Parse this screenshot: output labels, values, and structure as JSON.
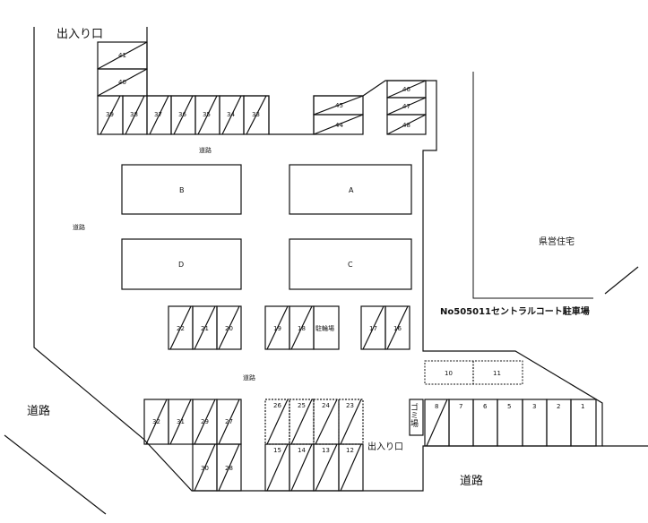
{
  "labels": {
    "entrance_top": "出入り口",
    "entrance_bottom": "出入り口",
    "road_top": "道路",
    "road_left": "道路",
    "road_mid": "道路",
    "road_bl": "道路",
    "road_br": "道路",
    "prefectural": "県営住宅",
    "parking_name": "No505011セントラルコート駐車場",
    "bicycle": "駐輪場",
    "garbage": "ゴミ場"
  },
  "buildings": {
    "A": "A",
    "B": "B",
    "C": "C",
    "D": "D"
  },
  "slots": {
    "s41": "41",
    "s40": "40",
    "s39": "39",
    "s38": "38",
    "s37": "37",
    "s36": "36",
    "s35": "35",
    "s34": "34",
    "s33": "33",
    "s45": "45",
    "s44": "44",
    "s46": "46",
    "s47": "47",
    "s48": "48",
    "s22": "22",
    "s21": "21",
    "s20": "20",
    "s19": "19",
    "s18": "18",
    "s17": "17",
    "s16": "16",
    "s10": "10",
    "s11": "11",
    "s32": "32",
    "s31": "31",
    "s29": "29",
    "s27": "27",
    "s30": "30",
    "s28": "28",
    "s26": "26",
    "s25": "25",
    "s24": "24",
    "s23": "23",
    "s15": "15",
    "s14": "14",
    "s13": "13",
    "s12": "12",
    "s8": "8",
    "s7": "7",
    "s6": "6",
    "s5": "5",
    "s3": "3",
    "s2": "2",
    "s1": "1"
  }
}
